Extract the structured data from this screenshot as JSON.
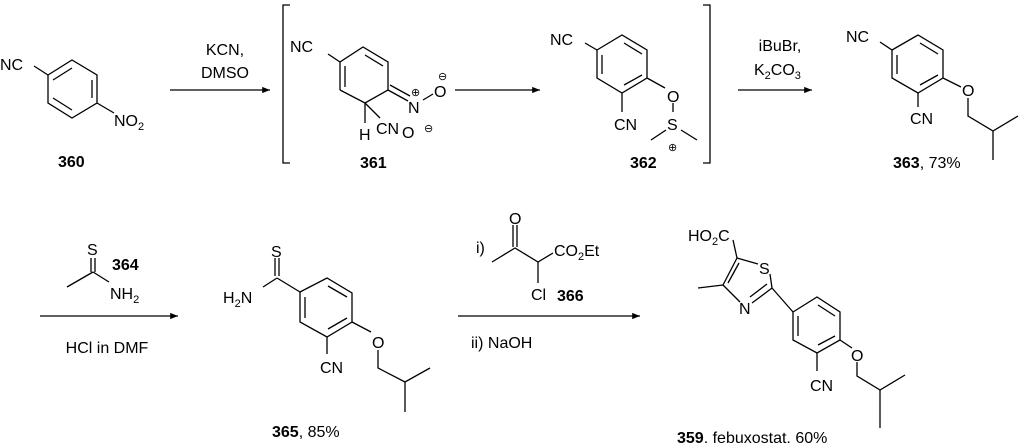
{
  "scheme": {
    "compounds": {
      "c360": {
        "label": "360",
        "nc": "NC",
        "no2": "NO",
        "no2_sub": "2"
      },
      "c361": {
        "label": "361",
        "nc": "NC",
        "n": "N",
        "o": "O",
        "h": "H",
        "cn": "CN",
        "plus": "⊕",
        "minus": "⊖"
      },
      "c362": {
        "label": "362",
        "nc": "NC",
        "o": "O",
        "s": "S",
        "cn": "CN",
        "plus": "⊕"
      },
      "c363": {
        "label": "363",
        "yield": ", 73%",
        "nc": "NC",
        "o": "O",
        "cn": "CN"
      },
      "c364": {
        "label": "364",
        "s": "S",
        "nh2": "NH",
        "nh2_sub": "2"
      },
      "c365": {
        "label": "365",
        "yield": ", 85%",
        "s": "S",
        "h2n_h": "H",
        "h2n_sub": "2",
        "h2n_n": "N",
        "o": "O",
        "cn": "CN"
      },
      "c366": {
        "label": "366",
        "o": "O",
        "co2et_a": "CO",
        "co2et_sub": "2",
        "co2et_b": "Et",
        "cl": "Cl"
      },
      "c359": {
        "label": "359",
        "name_yield": ", febuxostat, 60%",
        "ho2c_a": "HO",
        "ho2c_sub": "2",
        "ho2c_b": "C",
        "s": "S",
        "n": "N",
        "o": "O",
        "cn": "CN"
      }
    },
    "reagents": {
      "step1": [
        "KCN,",
        "DMSO"
      ],
      "step3": {
        "line1": "iBuBr,",
        "k": "K",
        "k_sub": "2",
        "co": "CO",
        "co_sub": "3"
      },
      "step4": "HCl in DMF",
      "step5": {
        "i": "i)",
        "ii": "ii) NaOH"
      }
    }
  }
}
